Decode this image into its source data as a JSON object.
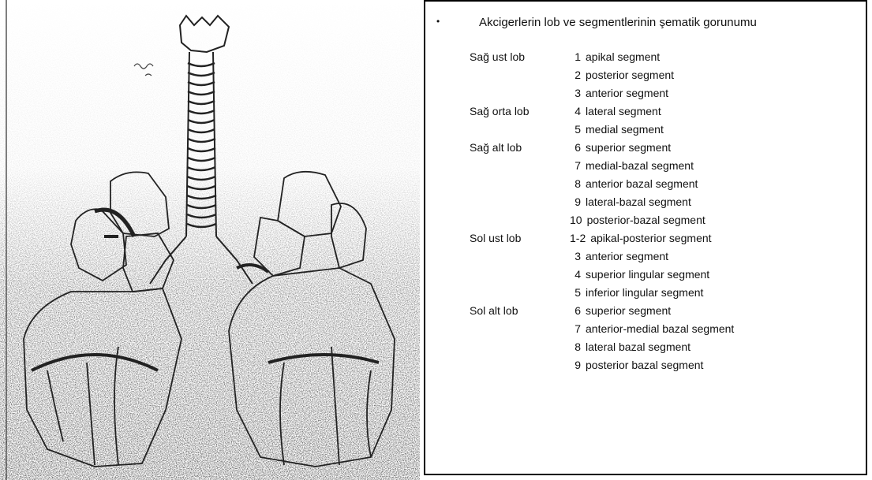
{
  "title": "Akcigerlerin lob ve segmentlerinin şematik gorunumu",
  "bullet": "•",
  "rows": [
    {
      "lobe": "Sağ ust lob",
      "num": "1",
      "segment": "apikal segment"
    },
    {
      "lobe": "",
      "num": "2",
      "segment": "posterior segment"
    },
    {
      "lobe": "",
      "num": "3",
      "segment": "anterior segment"
    },
    {
      "lobe": "Sağ orta lob",
      "num": "4",
      "segment": "lateral segment"
    },
    {
      "lobe": "",
      "num": "5",
      "segment": "medial segment"
    },
    {
      "lobe": "Sağ alt lob",
      "num": "6",
      "segment": "superior segment"
    },
    {
      "lobe": "",
      "num": "7",
      "segment": "medial-bazal segment"
    },
    {
      "lobe": "",
      "num": "8",
      "segment": "anterior bazal segment"
    },
    {
      "lobe": "",
      "num": "9",
      "segment": "lateral-bazal segment"
    },
    {
      "lobe": "",
      "num": "10",
      "segment": "posterior-bazal segment"
    },
    {
      "lobe": "Sol ust lob",
      "num": "1-2",
      "segment": "apikal-posterior segment"
    },
    {
      "lobe": "",
      "num": "3",
      "segment": "anterior segment"
    },
    {
      "lobe": "",
      "num": "4",
      "segment": "superior lingular segment"
    },
    {
      "lobe": "",
      "num": "5",
      "segment": "inferior lingular segment"
    },
    {
      "lobe": "Sol alt lob",
      "num": "6",
      "segment": "superior segment"
    },
    {
      "lobe": "",
      "num": "7",
      "segment": "anterior-medial bazal segment"
    },
    {
      "lobe": "",
      "num": "8",
      "segment": "lateral bazal segment"
    },
    {
      "lobe": "",
      "num": "9",
      "segment": "posterior bazal segment"
    }
  ]
}
